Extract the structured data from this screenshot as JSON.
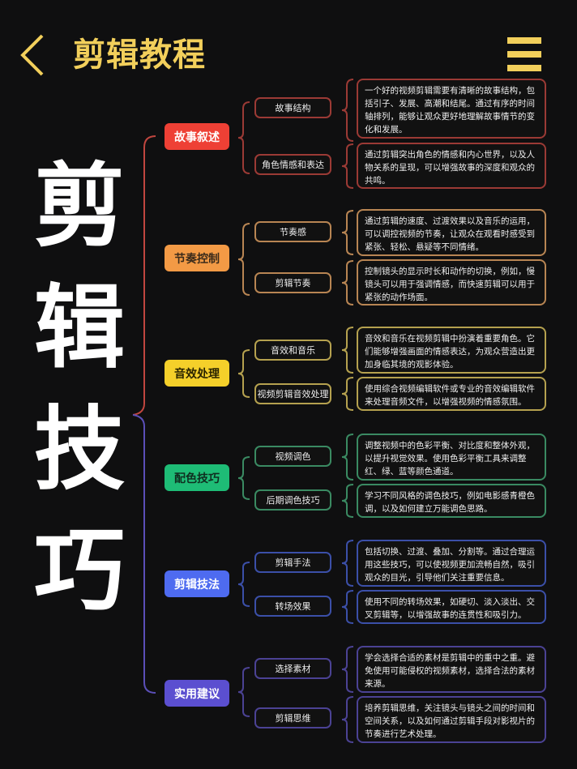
{
  "header": {
    "title": "剪辑教程",
    "back_icon": "chevron-left-icon",
    "menu_icon": "hamburger-menu-icon",
    "accent_color": "#f2cf5b"
  },
  "big_title": [
    "剪",
    "辑",
    "技",
    "巧"
  ],
  "categories": [
    {
      "label": "故事叙述",
      "color": "#ee4035",
      "border": "#9b3a35",
      "items": [
        {
          "label": "故事结构",
          "desc": "一个好的视频剪辑需要有清晰的故事结构，包括引子、发展、高潮和结尾。通过有序的时间轴排列，能够让观众更好地理解故事情节的变化和发展。"
        },
        {
          "label": "角色情感和表达",
          "desc": "通过剪辑突出角色的情感和内心世界，以及人物关系的呈现，可以增强故事的深度和观众的共鸣。"
        }
      ]
    },
    {
      "label": "节奏控制",
      "color": "#f39a45",
      "border": "#b88553",
      "items": [
        {
          "label": "节奏感",
          "desc": "通过剪辑的速度、过渡效果以及音乐的运用，可以调控视频的节奏，让观众在观看时感受到紧张、轻松、悬疑等不同情绪。"
        },
        {
          "label": "剪辑节奏",
          "desc": "控制镜头的显示时长和动作的切换，例如，慢镜头可以用于强调情感，而快速剪辑可以用于紧张的动作场面。"
        }
      ]
    },
    {
      "label": "音效处理",
      "color": "#f5d02a",
      "border": "#b5a14f",
      "items": [
        {
          "label": "音效和音乐",
          "desc": "音效和音乐在视频剪辑中扮演着重要角色。它们能够增强画面的情感表达，为观众营造出更加身临其境的观影体验。"
        },
        {
          "label": "视频剪辑音效处理",
          "desc": "使用综合视频编辑软件或专业的音效编辑软件来处理音频文件，以增强视频的情感氛围。"
        }
      ]
    },
    {
      "label": "配色技巧",
      "color": "#1ebc76",
      "border": "#3a8a62",
      "items": [
        {
          "label": "视频调色",
          "desc": "调整视频中的色彩平衡、对比度和整体外观，以提升视觉效果。使用色彩平衡工具来调整红、绿、蓝等颜色通道。"
        },
        {
          "label": "后期调色技巧",
          "desc": "学习不同风格的调色技巧，例如电影感青橙色调，以及如何建立万能调色思路。"
        }
      ]
    },
    {
      "label": "剪辑技法",
      "color": "#4e6bf0",
      "border": "#3b4fa8",
      "items": [
        {
          "label": "剪辑手法",
          "desc": "包括切换、过渡、叠加、分割等。通过合理运用这些技巧，可以使视频更加流畅自然，吸引观众的目光，引导他们关注重要信息。"
        },
        {
          "label": "转场效果",
          "desc": "使用不同的转场效果，如硬切、淡入淡出、交叉剪辑等，以增强故事的连贯性和吸引力。"
        }
      ]
    },
    {
      "label": "实用建议",
      "color": "#5b4fd0",
      "border": "#4b4294",
      "items": [
        {
          "label": "选择素材",
          "desc": "学会选择合适的素材是剪辑中的重中之重。避免使用可能侵权的视频素材，选择合法的素材来源。"
        },
        {
          "label": "剪辑思维",
          "desc": "培养剪辑思维，关注镜头与镜头之间的时间和空间关系，以及如何通过剪辑手段对影视片的节奏进行艺术处理。"
        }
      ]
    }
  ]
}
